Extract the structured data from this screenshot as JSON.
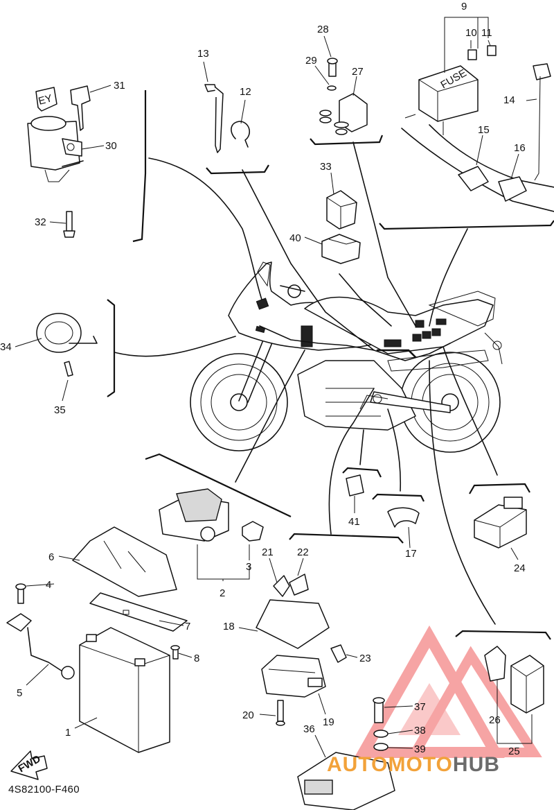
{
  "diagram": {
    "code": "4S82100-F460",
    "fwd_label": "FWD",
    "fuse_label": "FUSE",
    "key_label": "EY",
    "callouts": {
      "c1": "1",
      "c2": "2",
      "c3": "3",
      "c4": "4",
      "c5": "5",
      "c6": "6",
      "c7": "7",
      "c8": "8",
      "c9": "9",
      "c10": "10",
      "c11": "11",
      "c12": "12",
      "c13": "13",
      "c14": "14",
      "c15": "15",
      "c16": "16",
      "c17": "17",
      "c18": "18",
      "c19": "19",
      "c20": "20",
      "c21": "21",
      "c22": "22",
      "c23": "23",
      "c24": "24",
      "c25": "25",
      "c26": "26",
      "c27": "27",
      "c28": "28",
      "c29": "29",
      "c30": "30",
      "c31": "31",
      "c32": "32",
      "c33": "33",
      "c34": "34",
      "c35": "35",
      "c36": "36",
      "c37": "37",
      "c38": "38",
      "c39": "39",
      "c40": "40",
      "c41": "41"
    }
  },
  "watermark": {
    "part1": "AUTOMOTO",
    "part2": "HUB",
    "color_primary": "#f2a23a",
    "color_secondary": "#6b6b6b",
    "logo_color": "#f05a5a"
  }
}
